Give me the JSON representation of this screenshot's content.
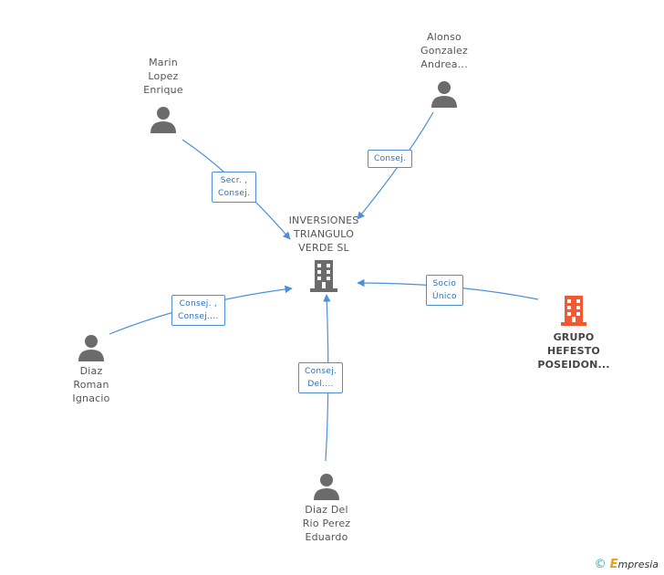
{
  "nodes": {
    "center": {
      "lines": [
        "INVERSIONES",
        "TRIANGULO",
        "VERDE SL"
      ]
    },
    "grupo": {
      "lines": [
        "GRUPO",
        "HEFESTO",
        "POSEIDON..."
      ],
      "color": "#f15a30"
    },
    "marin": {
      "lines": [
        "Marin",
        "Lopez",
        "Enrique"
      ]
    },
    "alonso": {
      "lines": [
        "Alonso",
        "Gonzalez",
        "Andrea..."
      ]
    },
    "diaz_roman": {
      "lines": [
        "Diaz",
        "Roman",
        "Ignacio"
      ]
    },
    "diaz_del_rio": {
      "lines": [
        "Diaz Del",
        "Rio Perez",
        "Eduardo"
      ]
    }
  },
  "edges": {
    "marin": {
      "lines": [
        "Secr. ,",
        "Consej."
      ]
    },
    "alonso": {
      "lines": [
        "Consej."
      ]
    },
    "diaz_roman": {
      "lines": [
        "Consej. ,",
        "Consej...."
      ]
    },
    "diaz_del_rio": {
      "lines": [
        "Consej.",
        "Del...."
      ]
    },
    "grupo": {
      "lines": [
        "Socio",
        "Único"
      ]
    }
  },
  "colors": {
    "edge": "#4a90d9",
    "person": "#6b6b6b",
    "company": "#6b6b6b",
    "highlight": "#f15a30"
  },
  "footer": {
    "copyright": "©",
    "brand_initial": "E",
    "brand_rest": "mpresia"
  }
}
